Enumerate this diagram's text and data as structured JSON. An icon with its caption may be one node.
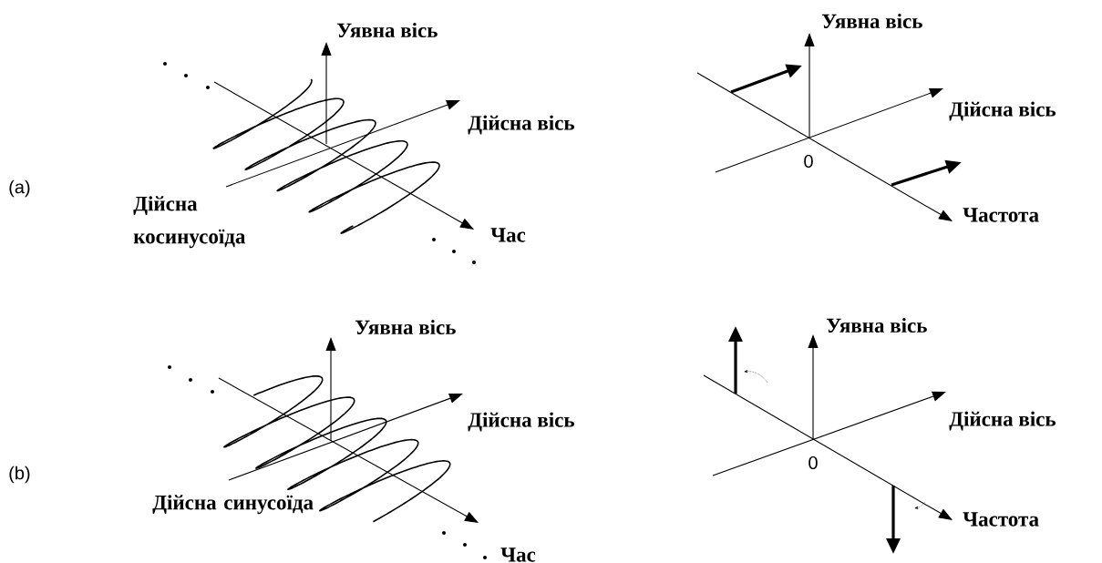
{
  "diagram": {
    "labels": [
      "Уявна вісь",
      "Дійсна вісь",
      "(a)",
      "Дійсна косинусоїда",
      "Час",
      "Уявна вісь",
      "Дійсна вісь",
      "0",
      "Частота",
      "Уявна вісь",
      "Дійсна вісь",
      "(b)",
      "Дійсна синусоїда",
      "Час",
      "Уявна вісь",
      "Дійсна вісь",
      "0",
      "Частота"
    ]
  }
}
